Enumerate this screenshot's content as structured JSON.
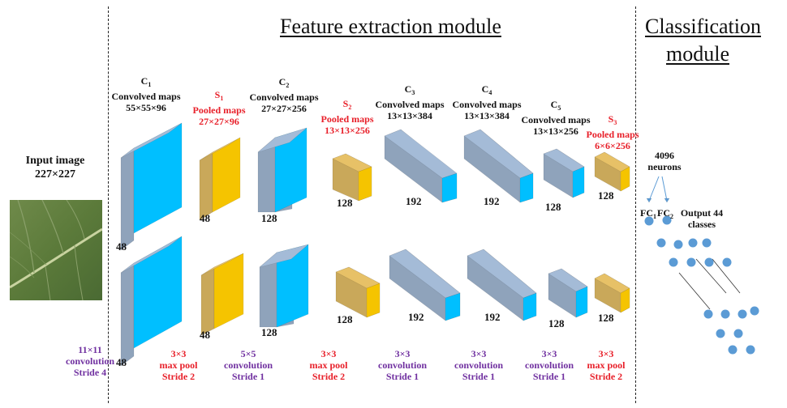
{
  "headers": {
    "feature": "Feature extraction module",
    "classification_line1": "Classification",
    "classification_line2": "module"
  },
  "input": {
    "title": "Input image",
    "size": "227×227"
  },
  "layers": {
    "c1": {
      "name": "C",
      "sub": "1",
      "kind": "Convolved maps",
      "dims": "55×55×96"
    },
    "s1": {
      "name": "S",
      "sub": "1",
      "kind": "Pooled maps",
      "dims": "27×27×96"
    },
    "c2": {
      "name": "C",
      "sub": "2",
      "kind": "Convolved maps",
      "dims": "27×27×256"
    },
    "s2": {
      "name": "S",
      "sub": "2",
      "kind": "Pooled maps",
      "dims": "13×13×256"
    },
    "c3": {
      "name": "C",
      "sub": "3",
      "kind": "Convolved maps",
      "dims": "13×13×384"
    },
    "c4": {
      "name": "C",
      "sub": "4",
      "kind": "Convolved maps",
      "dims": "13×13×384"
    },
    "c5": {
      "name": "C",
      "sub": "5",
      "kind": "Convolved maps",
      "dims": "13×13×256"
    },
    "s3": {
      "name": "S",
      "sub": "3",
      "kind": "Pooled maps",
      "dims": "6×6×256"
    }
  },
  "depth_labels": {
    "top": [
      "48",
      "48",
      "128",
      "128",
      "192",
      "192",
      "128",
      "128"
    ],
    "bottom": [
      "48",
      "48",
      "128",
      "128",
      "192",
      "192",
      "128",
      "128"
    ]
  },
  "operations": [
    {
      "size": "11×11",
      "type": "convolution",
      "stride": "Stride 4",
      "color": "purple"
    },
    {
      "size": "3×3",
      "type": "max pool",
      "stride": "Stride 2",
      "color": "red"
    },
    {
      "size": "5×5",
      "type": "convolution",
      "stride": "Stride 1",
      "color": "purple"
    },
    {
      "size": "3×3",
      "type": "max pool",
      "stride": "Stride 2",
      "color": "red"
    },
    {
      "size": "3×3",
      "type": "convolution",
      "stride": "Stride 1",
      "color": "purple"
    },
    {
      "size": "3×3",
      "type": "convolution",
      "stride": "Stride 1",
      "color": "purple"
    },
    {
      "size": "3×3",
      "type": "convolution",
      "stride": "Stride 1",
      "color": "purple"
    },
    {
      "size": "3×3",
      "type": "max pool",
      "stride": "Stride 2",
      "color": "red"
    }
  ],
  "classifier": {
    "neurons_line1": "4096",
    "neurons_line2": "neurons",
    "fc1_name": "FC",
    "fc1_sub": "1",
    "fc2_name": "FC",
    "fc2_sub": "2",
    "output_line1": "Output 44",
    "output_line2": "classes"
  },
  "colors": {
    "conv_face": "#00bfff",
    "conv_side": "#8fa3bb",
    "pool_face": "#f5c400",
    "pool_side": "#c9a85a",
    "neuron": "#5b9bd5",
    "red_text": "#e8202a",
    "purple_text": "#7030a0"
  }
}
